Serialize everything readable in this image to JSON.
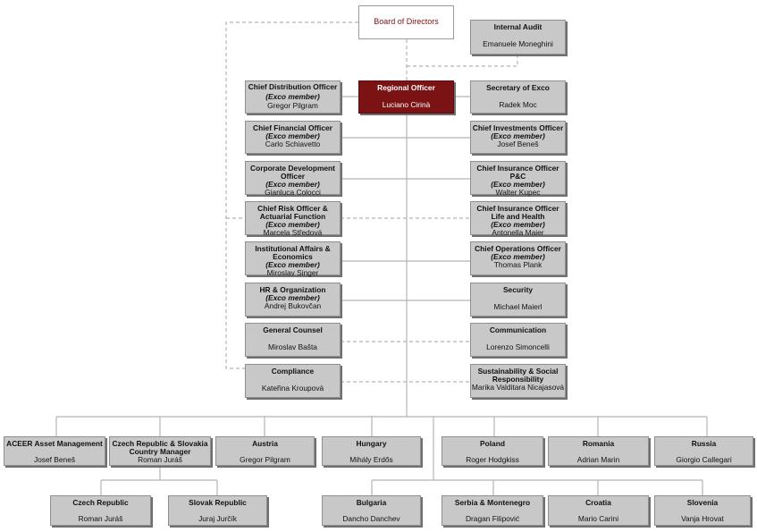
{
  "board": {
    "title": "Board of Directors"
  },
  "internal_audit": {
    "title": "Internal Audit",
    "name": "Emanuele Moneghini"
  },
  "regional_officer": {
    "title": "Regional Officer",
    "name": "Luciano Cirinà"
  },
  "left_units": [
    {
      "title": "Chief Distribution Officer",
      "exco": "(Exco member)",
      "name": "Gregor Pilgram"
    },
    {
      "title": "Chief Financial Officer",
      "exco": "(Exco member)",
      "name": "Carlo Schiavetto"
    },
    {
      "title": "Corporate Development Officer",
      "exco": "(Exco member)",
      "name": "Gianluca Colocci"
    },
    {
      "title": "Chief Risk Officer & Actuarial Function",
      "exco": "(Exco member)",
      "name": "Marcela Středová"
    },
    {
      "title": "Institutional Affairs & Economics",
      "exco": "(Exco member)",
      "name": "Miroslav Singer"
    },
    {
      "title": "HR & Organization",
      "exco": "(Exco member)",
      "name": "Andrej Bukovčan"
    },
    {
      "title": "General Counsel",
      "exco": "",
      "name": "Miroslav Bašta"
    },
    {
      "title": "Compliance",
      "exco": "",
      "name": "Kateřina Kroupová"
    }
  ],
  "right_units": [
    {
      "title": "Secretary of Exco",
      "exco": "",
      "name": "Radek Moc"
    },
    {
      "title": "Chief Investments Officer",
      "exco": "(Exco member)",
      "name": "Josef Beneš"
    },
    {
      "title": "Chief Insurance Officer P&C",
      "exco": "(Exco member)",
      "name": "Walter Kupec"
    },
    {
      "title": "Chief Insurance Officer Life and Health",
      "exco": "(Exco member)",
      "name": "Antonella Maier"
    },
    {
      "title": "Chief Operations Officer",
      "exco": "(Exco member)",
      "name": "Thomas Plank"
    },
    {
      "title": "Security",
      "exco": "",
      "name": "Michael Maierl"
    },
    {
      "title": "Communication",
      "exco": "",
      "name": "Lorenzo Simoncelli"
    },
    {
      "title": "Sustainability & Social Responsibility",
      "exco": "",
      "name": "Marika Valditara Nicajasová"
    }
  ],
  "countries": [
    {
      "title": "ACEER Asset Management",
      "name": "Josef Beneš"
    },
    {
      "title": "Czech Republic & Slovakia Country Manager",
      "name": "Roman Juráš"
    },
    {
      "title": "Austria",
      "name": "Gregor Pilgram"
    },
    {
      "title": "Hungary",
      "name": "Mihály Erdős"
    },
    {
      "title": "Poland",
      "name": "Roger Hodgkiss"
    },
    {
      "title": "Romania",
      "name": "Adrian Marin"
    },
    {
      "title": "Russia",
      "name": "Giorgio Callegari"
    }
  ],
  "sub_countries": [
    {
      "title": "Czech Republic",
      "name": "Roman Juráš"
    },
    {
      "title": "Slovak Republic",
      "name": "Juraj Jurčík"
    },
    {
      "title": "Bulgaria",
      "name": "Dancho Danchev"
    },
    {
      "title": "Serbia & Montenegro",
      "name": "Dragan Filipović"
    },
    {
      "title": "Croatia",
      "name": "Mario Carini"
    },
    {
      "title": "Slovenia",
      "name": "Vanja Hrovat"
    }
  ],
  "colors": {
    "accent": "#7b1315",
    "box_fill": "#c8c8c8",
    "line": "#b0b0b0"
  }
}
